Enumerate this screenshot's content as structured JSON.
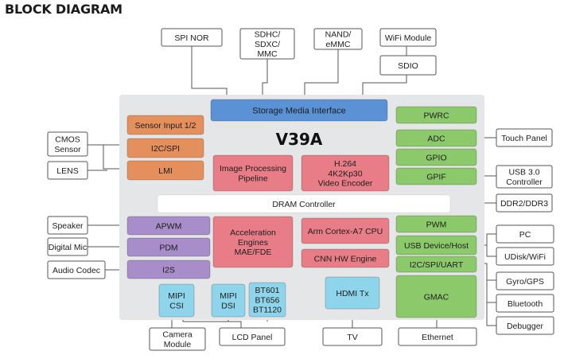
{
  "title": "BLOCK DIAGRAM",
  "chip_name": "V39A",
  "colors": {
    "chip_background": "#e5e6e7",
    "blue": "#5b92d6",
    "orange": "#e58f5c",
    "pink": "#e87d87",
    "green": "#8cc96b",
    "purple": "#a78dca",
    "cyan": "#8ed4ea",
    "external_border": "#555555",
    "line": "#555555"
  },
  "external": {
    "top": [
      "SPI NOR",
      "SDHC/\nSDXC/\nMMC",
      "NAND/\neMMC",
      "WiFi Module",
      "SDIO"
    ],
    "left": [
      "CMOS\nSensor",
      "LENS",
      "Speaker",
      "Digital Mic",
      "Audio Codec"
    ],
    "right": [
      "Touch Panel",
      "USB 3.0\nController",
      "DDR2/DDR3",
      "PC",
      "UDisk/WiFi",
      "Gyro/GPS",
      "Bluetooth",
      "Debugger"
    ],
    "bottom": [
      "Camera\nModule",
      "LCD Panel",
      "TV",
      "Ethernet"
    ]
  },
  "blocks": {
    "storage": "Storage Media Interface",
    "sensor_input": "Sensor Input 1/2",
    "i2c_spi": "I2C/SPI",
    "lmi": "LMI",
    "isp": "Image Processing\nPipeline",
    "encoder": "H.264\n4K2Kp30\nVideo Encoder",
    "pwrc": "PWRC",
    "adc": "ADC",
    "gpio": "GPIO",
    "gpif": "GPIF",
    "dram": "DRAM Controller",
    "apwm": "APWM",
    "pdm": "PDM",
    "i2s": "I2S",
    "accel": "Acceleration\nEngines\nMAE/FDE",
    "cpu": "Arm Cortex-A7 CPU",
    "cnn": "CNN HW Engine",
    "pwm": "PWM",
    "usb": "USB Device/Host",
    "i2c_uart": "I2C/SPI/UART",
    "gmac": "GMAC",
    "mipi_csi": "MIPI\nCSI",
    "mipi_dsi": "MIPI\nDSI",
    "bt": "BT601\nBT656\nBT1120",
    "hdmi": "HDMI Tx"
  }
}
